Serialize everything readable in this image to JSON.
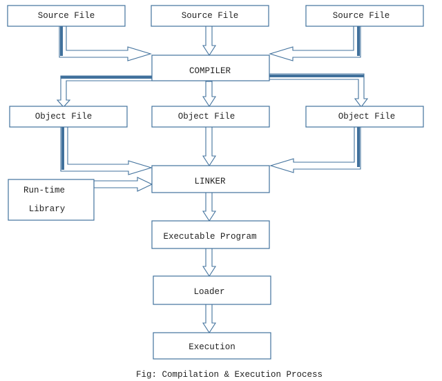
{
  "nodes": {
    "source_left": "Source File",
    "source_center": "Source File",
    "source_right": "Source File",
    "compiler": "COMPILER",
    "object_left": "Object File",
    "object_center": "Object File",
    "object_right": "Object File",
    "runtime_line1": "Run-time",
    "runtime_line2": "Library",
    "linker": "LINKER",
    "executable": "Executable Program",
    "loader": "Loader",
    "execution": "Execution"
  },
  "caption": "Fig: Compilation & Execution Process",
  "colors": {
    "stroke": "#41719c",
    "fill": "#ffffff",
    "text": "#222222"
  }
}
